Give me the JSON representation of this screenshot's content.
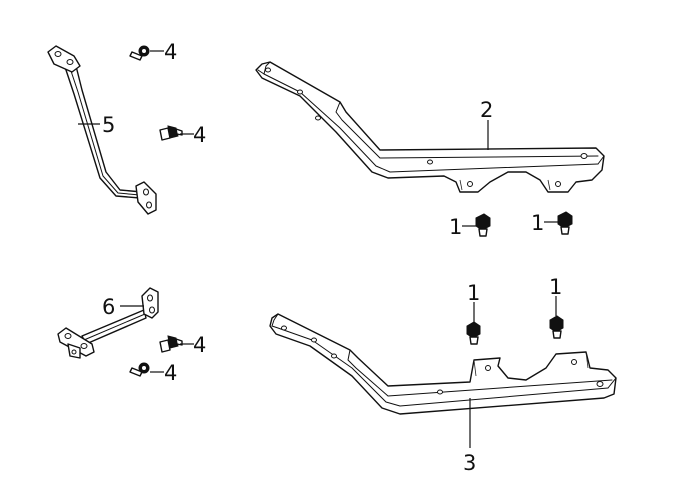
{
  "callouts": {
    "c1a": "1",
    "c1b": "1",
    "c1c": "1",
    "c1d": "1",
    "c2": "2",
    "c3": "3",
    "c4a": "4",
    "c4b": "4",
    "c4c": "4",
    "c4d": "4",
    "c5": "5",
    "c6": "6"
  },
  "colors": {
    "line": "#111111",
    "background": "#ffffff"
  }
}
